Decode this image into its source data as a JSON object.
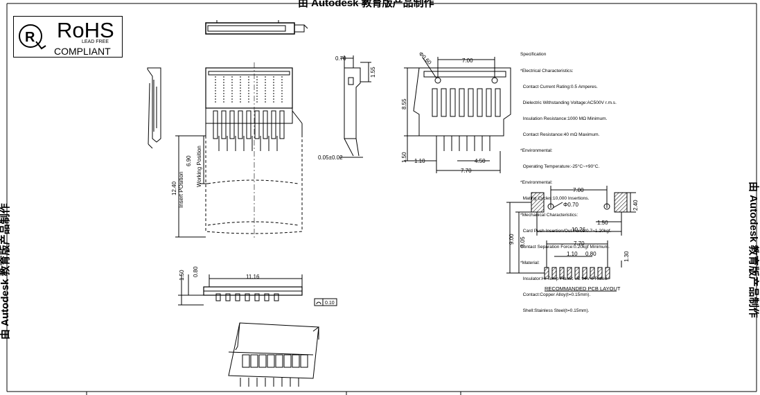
{
  "watermark": {
    "top": "由 Autodesk 教育版产品制作",
    "left": "由 Autodesk 教育版产品制作",
    "right": "由 Autodesk 教育版产品制作"
  },
  "rohs": {
    "title": "RoHS",
    "sub": "LEAD FREE",
    "compliant": "COMPLIANT"
  },
  "dims": {
    "d070": "0.70",
    "d155": "1.55",
    "d005": "0.05±0.02",
    "phi060": "Φ0.60",
    "d700a": "7.00",
    "d855": "8.55",
    "d150a": "1.50",
    "d110a": "1.10",
    "d450": "4.50",
    "d770a": "7.70",
    "insert": "12.40",
    "insert_label": "Insert POsition",
    "working": "6.90",
    "working_label": "Working Position",
    "d150b": "1.50",
    "d080": "0.80",
    "d1116": "11.16",
    "d010": "0.10",
    "d700b": "7.00",
    "phi070": "Φ0.70",
    "d240": "2.40",
    "d150c": "1.50",
    "d1026": "10.26",
    "d900": "9.00",
    "d805": "8.05",
    "d770b": "7.70",
    "d110b": "1.10",
    "d080b": "0.80",
    "d130": "1.30",
    "pcb_label": "RECOMMANDED  PCB  LAYOUT"
  },
  "spec": {
    "lines": [
      "Specification",
      "*Electrical Characteristics:",
      "  Contact Current Rating:0.5 Amperes.",
      "  Dielectric Withstanding Voltage:AC500V r.m.s.",
      "  Insulation Resistance:1000 MΩ Minimum.",
      "  Contact Resistance:40 mΩ Maximum.",
      "*Environmental:",
      "  Operating Temperature:-25°C~+90°C.",
      "*Environmental:",
      "  Mating Cycles:10,000 Insertions.",
      "*Mechanical Characteristics:",
      "  Card Push Insertion/Out Force:0.7~1.20kgf.",
      "Contact Separation Force:0.20kgf Minimum.",
      "*Material:",
      "  Insulator:Hi-Temp Plastic UL 94V-0 Rated.",
      "  Contact:Copper Alloy(t=0.15mm).",
      "  Shell:Stainless Steel(t=0.15mm)."
    ]
  }
}
